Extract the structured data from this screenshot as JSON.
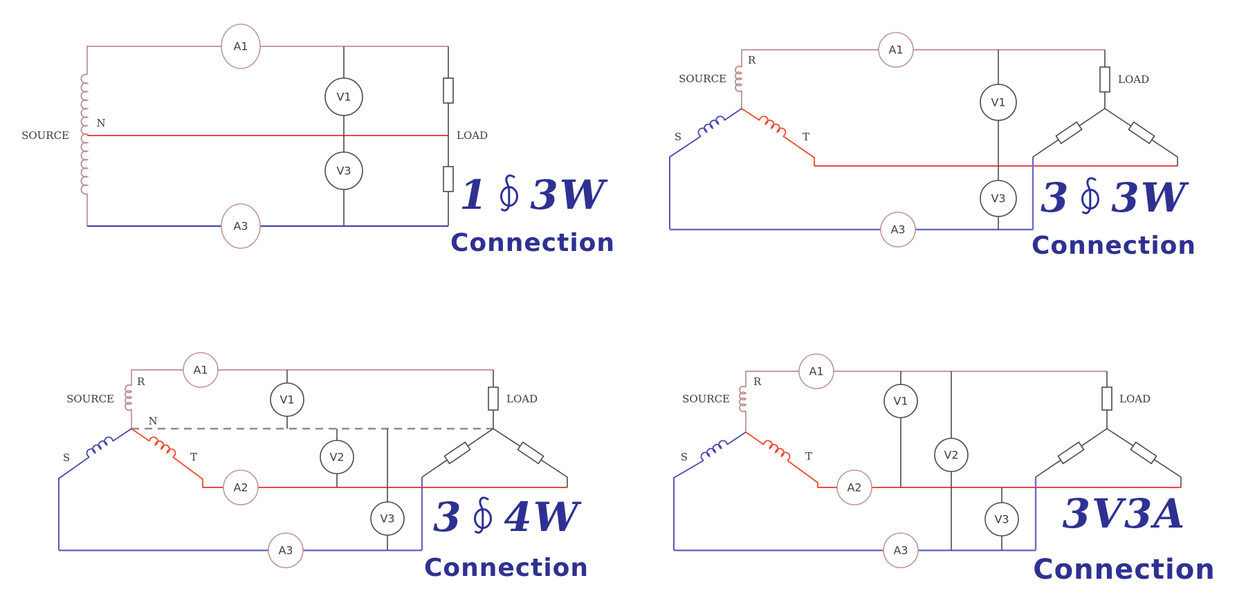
{
  "colors": {
    "title_navy": "#2e3192",
    "wire_rosy": "#bd8e8e",
    "wire_red": "#ed2c24",
    "coil_orange_red": "#f1472e",
    "wire_blue_dark": "#4646b0",
    "wire_blue_light": "#6c6cc4",
    "wire_dark": "#4a4a4a",
    "dashed_gray": "#8c8c8c",
    "ammeter_stroke": "#c49595",
    "voltmeter_stroke": "#4a4a4a"
  },
  "diagrams": {
    "d1": {
      "kind": "single-phase-3-wire",
      "title_pre": "1",
      "phase_symbol": "φ",
      "title_post": "3W",
      "subtitle": "Connection",
      "source": "SOURCE",
      "load": "LOAD",
      "neutral": "N",
      "a1": "A1",
      "a3": "A3",
      "v1": "V1",
      "v3": "V3"
    },
    "d2": {
      "kind": "three-phase-3-wire",
      "title_pre": "3",
      "phase_symbol": "φ",
      "title_post": "3W",
      "subtitle": "Connection",
      "source": "SOURCE",
      "load": "LOAD",
      "r": "R",
      "s": "S",
      "t": "T",
      "a1": "A1",
      "a3": "A3",
      "v1": "V1",
      "v3": "V3"
    },
    "d3": {
      "kind": "three-phase-4-wire",
      "title_pre": "3",
      "phase_symbol": "φ",
      "title_post": "4W",
      "subtitle": "Connection",
      "source": "SOURCE",
      "load": "LOAD",
      "neutral": "N",
      "r": "R",
      "s": "S",
      "t": "T",
      "a1": "A1",
      "a2": "A2",
      "a3": "A3",
      "v1": "V1",
      "v2": "V2",
      "v3": "V3"
    },
    "d4": {
      "kind": "three-voltmeter-three-ammeter",
      "title_text": "3V3A",
      "subtitle": "Connection",
      "source": "SOURCE",
      "load": "LOAD",
      "r": "R",
      "s": "S",
      "t": "T",
      "a1": "A1",
      "a2": "A2",
      "a3": "A3",
      "v1": "V1",
      "v2": "V2",
      "v3": "V3"
    }
  }
}
